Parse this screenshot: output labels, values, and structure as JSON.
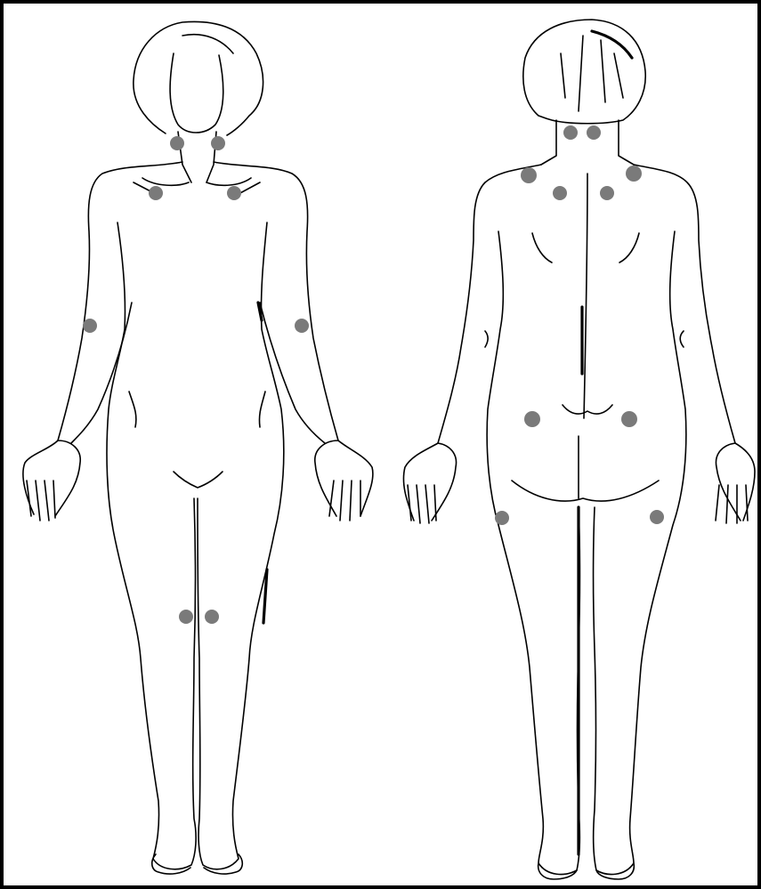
{
  "diagram": {
    "views": [
      "front",
      "back"
    ],
    "tender_points": {
      "front": [
        "neck-left",
        "neck-right",
        "clavicle-left",
        "clavicle-right",
        "elbow-left",
        "elbow-right",
        "knee-left",
        "knee-right"
      ],
      "back": [
        "neck-left",
        "neck-right",
        "shoulder-left",
        "shoulder-right",
        "scapula-left",
        "scapula-right",
        "buttock-left",
        "buttock-right",
        "hip-left",
        "hip-right"
      ]
    },
    "colors": {
      "outline": "#000000",
      "tender_point": "#7a7a7a",
      "background": "#ffffff"
    }
  }
}
